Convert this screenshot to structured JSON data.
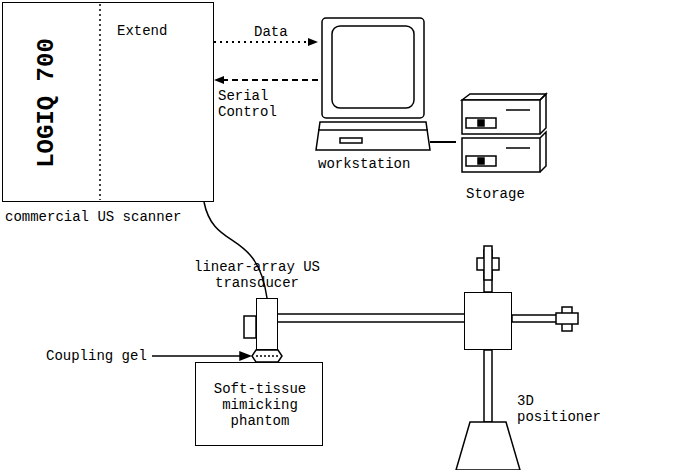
{
  "diagram": {
    "nodes": [
      {
        "text": [
          "LOGIQ 700",
          "Extend",
          "commercial US scanner"
        ]
      },
      {
        "text": [
          "workstation"
        ]
      },
      {
        "text": [
          "Storage"
        ]
      },
      {
        "text": [
          "linear-array US transducer"
        ]
      },
      {
        "text": [
          "Soft-tissue mimicking phantom"
        ]
      },
      {
        "text": [
          "3D positioner"
        ]
      }
    ],
    "edges": [
      {
        "from": 0,
        "to": 1,
        "label": "Data",
        "arrow": "to"
      },
      {
        "from": 1,
        "to": 0,
        "label": "Serial Control",
        "arrow": "to"
      },
      {
        "from": 0,
        "to": 3,
        "arrow": "none"
      },
      {
        "from": 1,
        "to": 2,
        "arrow": "none"
      },
      {
        "from": 3,
        "to": 5,
        "arrow": "none"
      }
    ],
    "labels": [
      "Coupling gel"
    ]
  }
}
